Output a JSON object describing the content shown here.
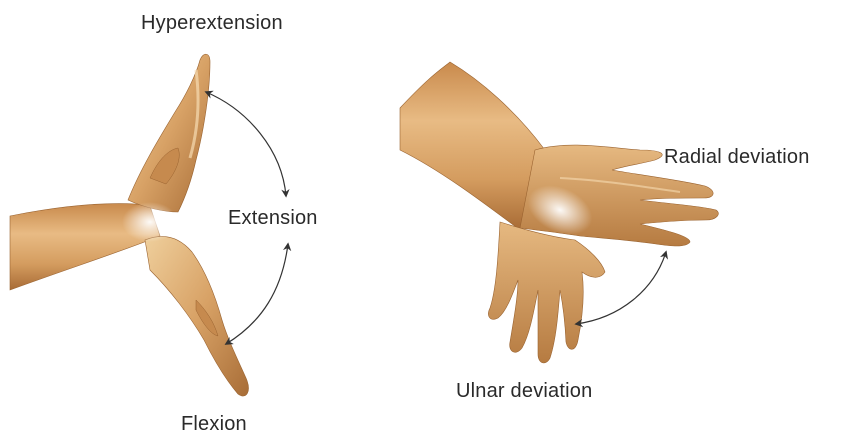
{
  "labels": {
    "hyperextension": "Hyperextension",
    "extension": "Extension",
    "flexion": "Flexion",
    "radial_deviation": "Radial deviation",
    "ulnar_deviation": "Ulnar deviation"
  },
  "colors": {
    "skin": "#d9a76a",
    "skin_highlight": "#f2d2a0",
    "skin_shadow": "#a9703a",
    "arrow": "#333333",
    "text": "#2a2a2a"
  }
}
